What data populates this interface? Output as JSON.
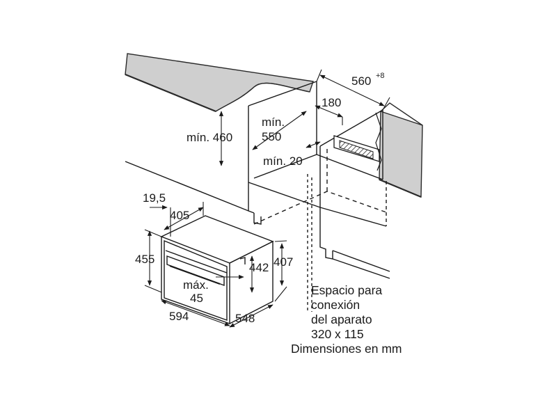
{
  "colors": {
    "line": "#1a1a1a",
    "countertop": "#cfcfcf",
    "countertop_edge": "#2a2a2a",
    "hatch": "#555555"
  },
  "dimensions": {
    "depth_total": "560",
    "depth_tolerance": "+8",
    "rear_gap": "180",
    "min_height_460": "mín. 460",
    "min_550_a": "mín.",
    "min_550_b": "550",
    "min_20": "mín. 20",
    "front_offset": "19,5",
    "inner_depth": "405",
    "height_455": "455",
    "height_442": "442",
    "height_407": "407",
    "max_a": "máx.",
    "max_b": "45",
    "width_594": "594",
    "depth_548": "548"
  },
  "notes": {
    "line1": "Espacio para",
    "line2": "conexión",
    "line3": "del aparato",
    "line4": "320 x 115",
    "units": "Dimensiones en mm"
  }
}
